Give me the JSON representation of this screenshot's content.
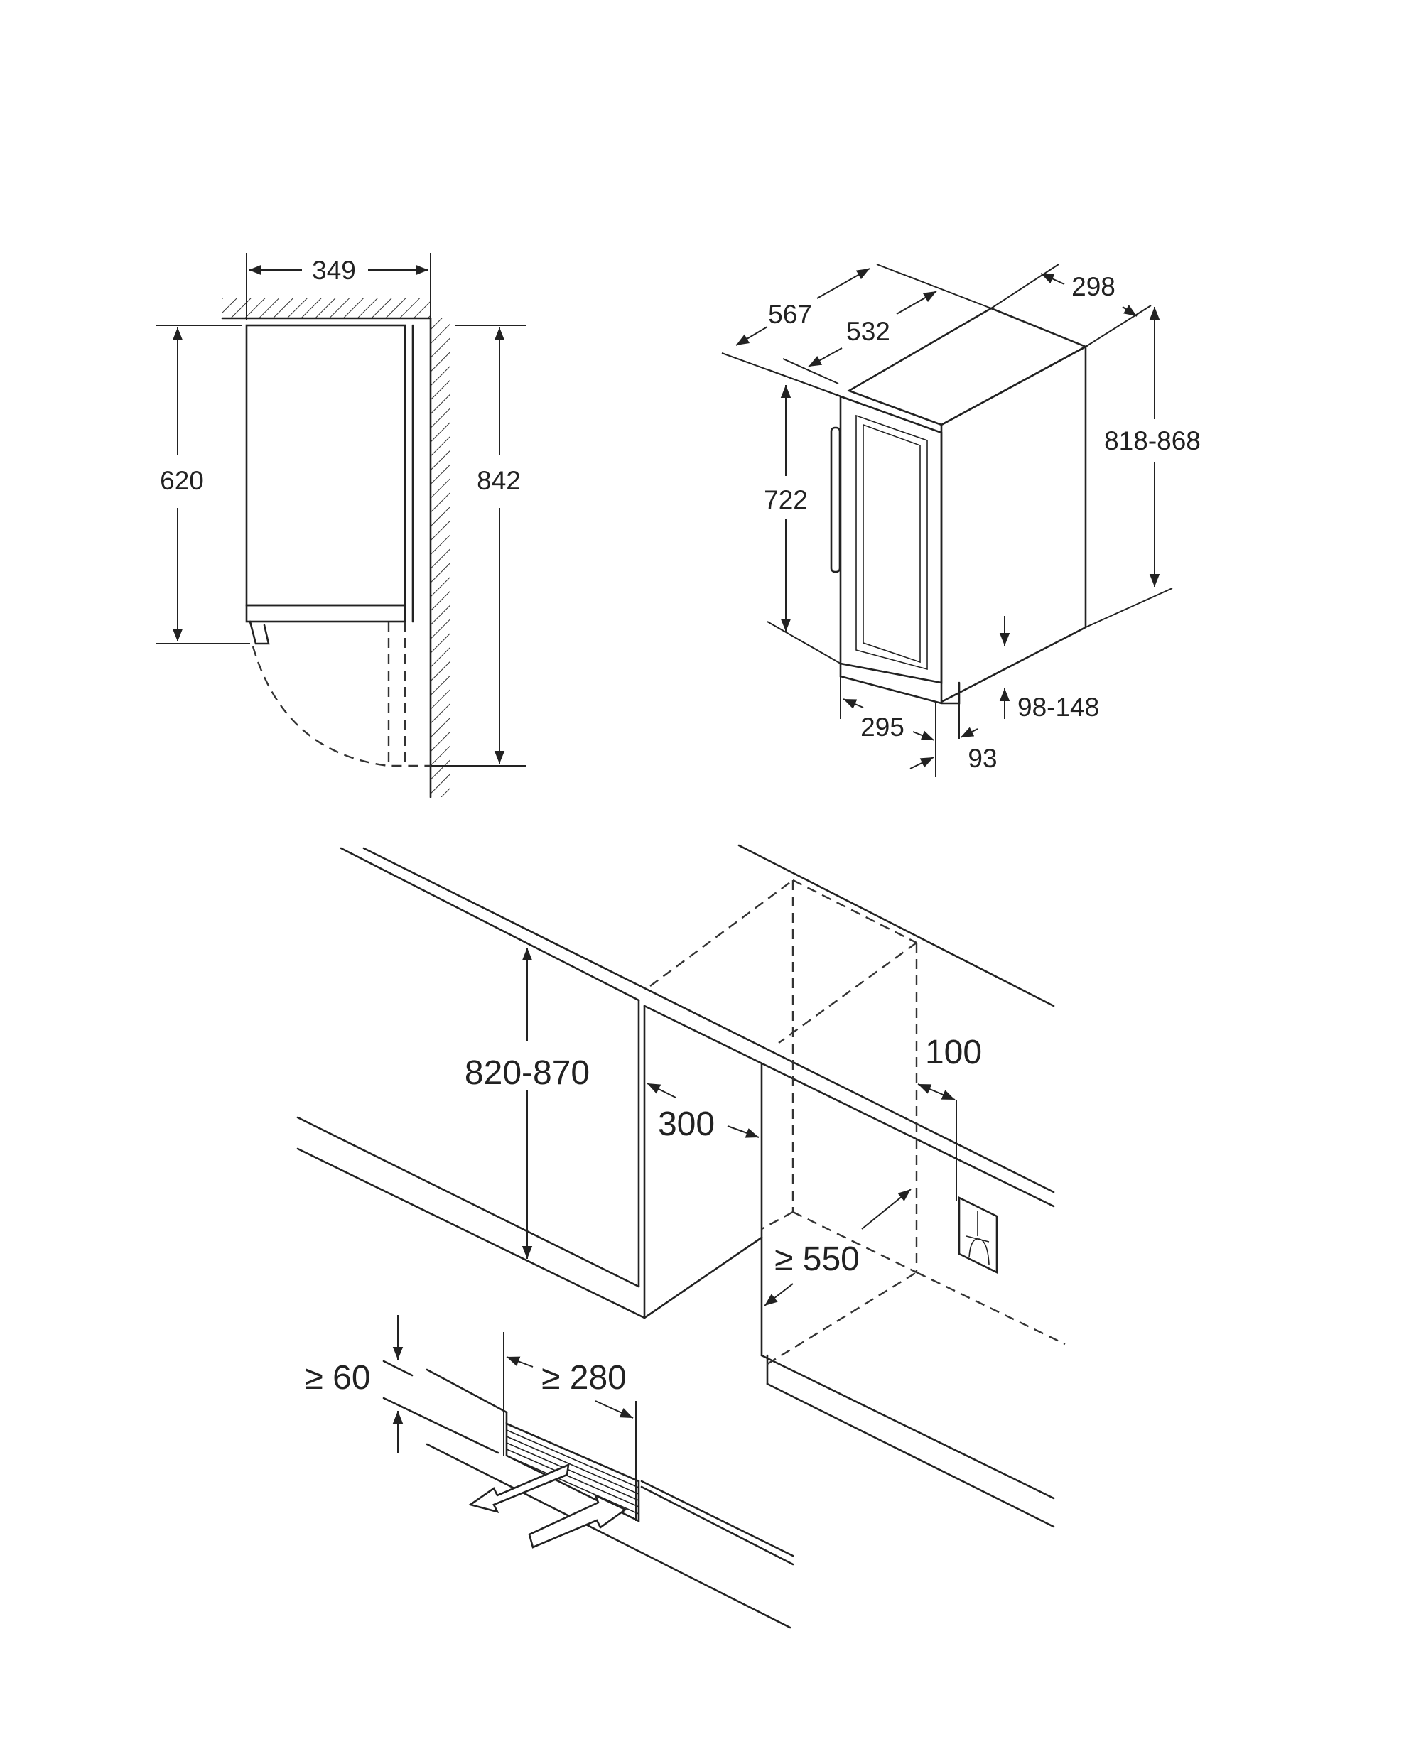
{
  "side_view": {
    "width_label": "349",
    "cabinet_height_label": "620",
    "total_height_label": "842"
  },
  "iso_view": {
    "depth_outer_label": "567",
    "depth_inner_label": "532",
    "width_label": "298",
    "height_label": "818-868",
    "door_height_label": "722",
    "door_width_label": "295",
    "plinth_depth_label": "93",
    "plinth_height_label": "98-148"
  },
  "installation_view": {
    "niche_height_label": "820-870",
    "niche_width_label": "300",
    "socket_offset_label": "100",
    "niche_depth_label": "≥ 550",
    "vent_height_label": "≥ 60",
    "vent_width_label": "≥ 280"
  },
  "colors": {
    "line": "#222222",
    "background": "#ffffff"
  }
}
